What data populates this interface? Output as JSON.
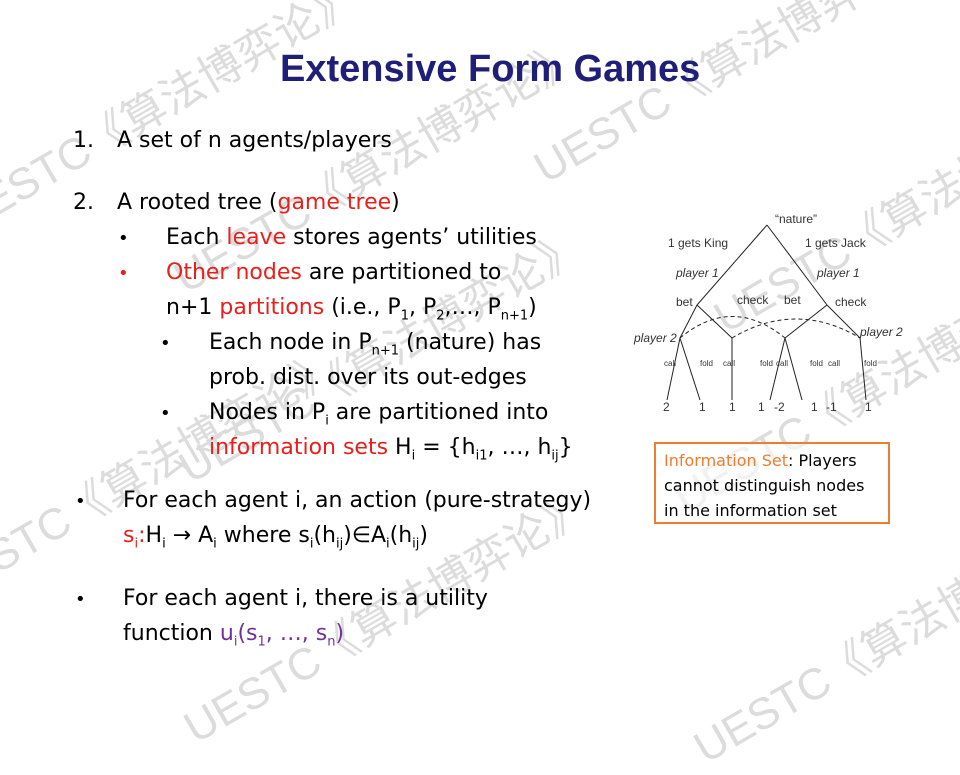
{
  "watermark": "UESTC《算法博弈论》",
  "title": "Extensive Form Games",
  "items": {
    "i1_num": "1.",
    "i1_text": "A set of n agents/players",
    "i2_num": "2.",
    "i2_a": "A rooted tree (",
    "i2_red": "game tree",
    "i2_b": ")",
    "b1_a": "Each ",
    "b1_red": "leave",
    "b1_b": " stores agents’ utilities",
    "b2_red": "Other nodes",
    "b2_b": " are partitioned to",
    "b2_c": "n+1 ",
    "b2_red2": "partitions",
    "b2_d": " (i.e., P",
    "b2_s1": "1",
    "b2_e": ", P",
    "b2_s2": "2",
    "b2_f": ",…, P",
    "b2_s3": "n+1",
    "b2_g": ")",
    "c1_a": "Each node in P",
    "c1_s": "n+1",
    "c1_b": " (nature) has",
    "c1_c": "prob. dist. over its out-edges",
    "c2_a": "Nodes in P",
    "c2_s": "i",
    "c2_b": " are partitioned into",
    "c2_red": "information sets",
    "c2_c": " H",
    "c2_s2": "i",
    "c2_d": " = {h",
    "c2_s3": "i1",
    "c2_e": ", …, h",
    "c2_s4": "ij",
    "c2_f": "}",
    "d1_a": "For each agent i, an action (pure-strategy)",
    "d1_red": "s",
    "d1_rs": "i",
    "d1_red2": ":",
    "d1_b": "H",
    "d1_s1": "i",
    "d1_c": " → A",
    "d1_s2": "i",
    "d1_d": " where s",
    "d1_s3": "i",
    "d1_e": "(h",
    "d1_s4": "ij",
    "d1_f": ")∈A",
    "d1_s5": "i",
    "d1_g": "(h",
    "d1_s6": "ij",
    "d1_h": ")",
    "d2_a": "For each agent i, there is a utility",
    "d2_b": "function ",
    "d2_p": "u",
    "d2_ps": "i",
    "d2_p2": "(s",
    "d2_ps2": "1",
    "d2_p3": ", …, s",
    "d2_ps3": "n",
    "d2_p4": ")"
  },
  "tree": {
    "nature": "“nature”",
    "left_edge": "1 gets King",
    "right_edge": "1 gets Jack",
    "p1_left": "player 1",
    "p1_right": "player 1",
    "bet_left": "bet",
    "check_left": "check",
    "bet_right": "bet",
    "check_right": "check",
    "p2": "player 2",
    "p2_right": "player 2",
    "actions": [
      "call",
      "fold",
      "call",
      "fold",
      "call",
      "fold",
      "call",
      "fold"
    ],
    "payoffs": [
      "2",
      "1",
      "1",
      "1",
      "-2",
      "1",
      "-1",
      "1"
    ]
  },
  "infobox": {
    "label": "Information Set",
    "text1": ": Players",
    "text2": "cannot distinguish nodes",
    "text3": "in the information set"
  }
}
